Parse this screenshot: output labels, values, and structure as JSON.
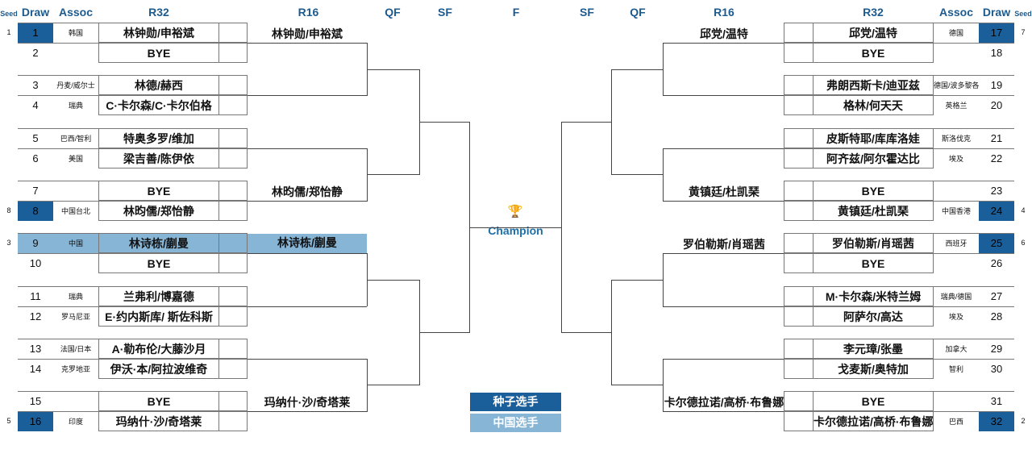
{
  "headers": {
    "left": {
      "seed": "Seed",
      "draw": "Draw",
      "assoc": "Assoc",
      "r32": "R32",
      "r16": "R16",
      "qf": "QF",
      "sf": "SF"
    },
    "final": "F",
    "right": {
      "sf": "SF",
      "qf": "QF",
      "r16": "R16",
      "r32": "R32",
      "assoc": "Assoc",
      "draw": "Draw",
      "seed": "Seed"
    }
  },
  "left_rows": [
    {
      "seed": "1",
      "draw": "1",
      "assoc": "韩国",
      "name": "林钟勋/申裕斌",
      "style": "seed"
    },
    {
      "seed": "",
      "draw": "2",
      "assoc": "",
      "name": "BYE",
      "style": ""
    },
    {
      "seed": "",
      "draw": "3",
      "assoc": "丹麦/威尔士",
      "name": "林德/赫西",
      "style": ""
    },
    {
      "seed": "",
      "draw": "4",
      "assoc": "瑞典",
      "name": "C·卡尔森/C·卡尔伯格",
      "style": ""
    },
    {
      "seed": "",
      "draw": "5",
      "assoc": "巴西/智利",
      "name": "特奥多罗/维加",
      "style": ""
    },
    {
      "seed": "",
      "draw": "6",
      "assoc": "美国",
      "name": "梁吉善/陈伊依",
      "style": ""
    },
    {
      "seed": "",
      "draw": "7",
      "assoc": "",
      "name": "BYE",
      "style": ""
    },
    {
      "seed": "8",
      "draw": "8",
      "assoc": "中国台北",
      "name": "林昀儒/郑怡静",
      "style": "seed"
    },
    {
      "seed": "3",
      "draw": "9",
      "assoc": "中国",
      "name": "林诗栋/蒯曼",
      "style": "china"
    },
    {
      "seed": "",
      "draw": "10",
      "assoc": "",
      "name": "BYE",
      "style": ""
    },
    {
      "seed": "",
      "draw": "11",
      "assoc": "瑞典",
      "name": "兰弗利/博嘉德",
      "style": ""
    },
    {
      "seed": "",
      "draw": "12",
      "assoc": "罗马尼亚",
      "name": "E·约内斯库/ 斯佐科斯",
      "style": ""
    },
    {
      "seed": "",
      "draw": "13",
      "assoc": "法国/日本",
      "name": "A·勒布伦/大藤沙月",
      "style": ""
    },
    {
      "seed": "",
      "draw": "14",
      "assoc": "克罗地亚",
      "name": "伊沃·本/阿拉波维奇",
      "style": ""
    },
    {
      "seed": "",
      "draw": "15",
      "assoc": "",
      "name": "BYE",
      "style": ""
    },
    {
      "seed": "5",
      "draw": "16",
      "assoc": "印度",
      "name": "玛纳什·沙/奇塔莱",
      "style": "seed"
    }
  ],
  "right_rows": [
    {
      "seed": "7",
      "draw": "17",
      "assoc": "德国",
      "name": "邱党/温特",
      "style": "seed"
    },
    {
      "seed": "",
      "draw": "18",
      "assoc": "",
      "name": "BYE",
      "style": ""
    },
    {
      "seed": "",
      "draw": "19",
      "assoc": "德国/波多黎各",
      "name": "弗朗西斯卡/迪亚兹",
      "style": ""
    },
    {
      "seed": "",
      "draw": "20",
      "assoc": "英格兰",
      "name": "格林/何天天",
      "style": ""
    },
    {
      "seed": "",
      "draw": "21",
      "assoc": "斯洛伐克",
      "name": "皮斯特耶/库库洛娃",
      "style": ""
    },
    {
      "seed": "",
      "draw": "22",
      "assoc": "埃及",
      "name": "阿齐兹/阿尔霍达比",
      "style": ""
    },
    {
      "seed": "",
      "draw": "23",
      "assoc": "",
      "name": "BYE",
      "style": ""
    },
    {
      "seed": "4",
      "draw": "24",
      "assoc": "中国香港",
      "name": "黄镇廷/杜凯琹",
      "style": "seed"
    },
    {
      "seed": "6",
      "draw": "25",
      "assoc": "西班牙",
      "name": "罗伯勒斯/肖瑶茜",
      "style": "seed"
    },
    {
      "seed": "",
      "draw": "26",
      "assoc": "",
      "name": "BYE",
      "style": ""
    },
    {
      "seed": "",
      "draw": "27",
      "assoc": "瑞典/德国",
      "name": "M·卡尔森/米特兰姆",
      "style": ""
    },
    {
      "seed": "",
      "draw": "28",
      "assoc": "埃及",
      "name": "阿萨尔/高达",
      "style": ""
    },
    {
      "seed": "",
      "draw": "29",
      "assoc": "加拿大",
      "name": "李元璋/张墨",
      "style": ""
    },
    {
      "seed": "",
      "draw": "30",
      "assoc": "智利",
      "name": "戈麦斯/奥特加",
      "style": ""
    },
    {
      "seed": "",
      "draw": "31",
      "assoc": "",
      "name": "BYE",
      "style": ""
    },
    {
      "seed": "2",
      "draw": "32",
      "assoc": "巴西",
      "name": "卡尔德拉诺/高桥·布鲁娜",
      "style": "seed"
    }
  ],
  "left_r16": [
    {
      "name": "林钟勋/申裕斌",
      "style": ""
    },
    {
      "name": "林昀儒/郑怡静",
      "style": ""
    },
    {
      "name": "林诗栋/蒯曼",
      "style": "china"
    },
    {
      "name": "玛纳什·沙/奇塔莱",
      "style": ""
    }
  ],
  "right_r16": [
    {
      "name": "邱党/温特",
      "style": ""
    },
    {
      "name": "黄镇廷/杜凯琹",
      "style": ""
    },
    {
      "name": "罗伯勒斯/肖瑶茜",
      "style": ""
    },
    {
      "name": "卡尔德拉诺/高桥·布鲁娜",
      "style": ""
    }
  ],
  "champion": {
    "icon": "trophy-icon",
    "label": "Champion"
  },
  "legend": {
    "seeded": "种子选手",
    "china": "中国选手"
  },
  "colors": {
    "header": "#1d5a8e",
    "seed": "#1a5e9a",
    "china": "#87b5d5",
    "champion": "#1d6fa8",
    "trophy": "#d9a400"
  }
}
